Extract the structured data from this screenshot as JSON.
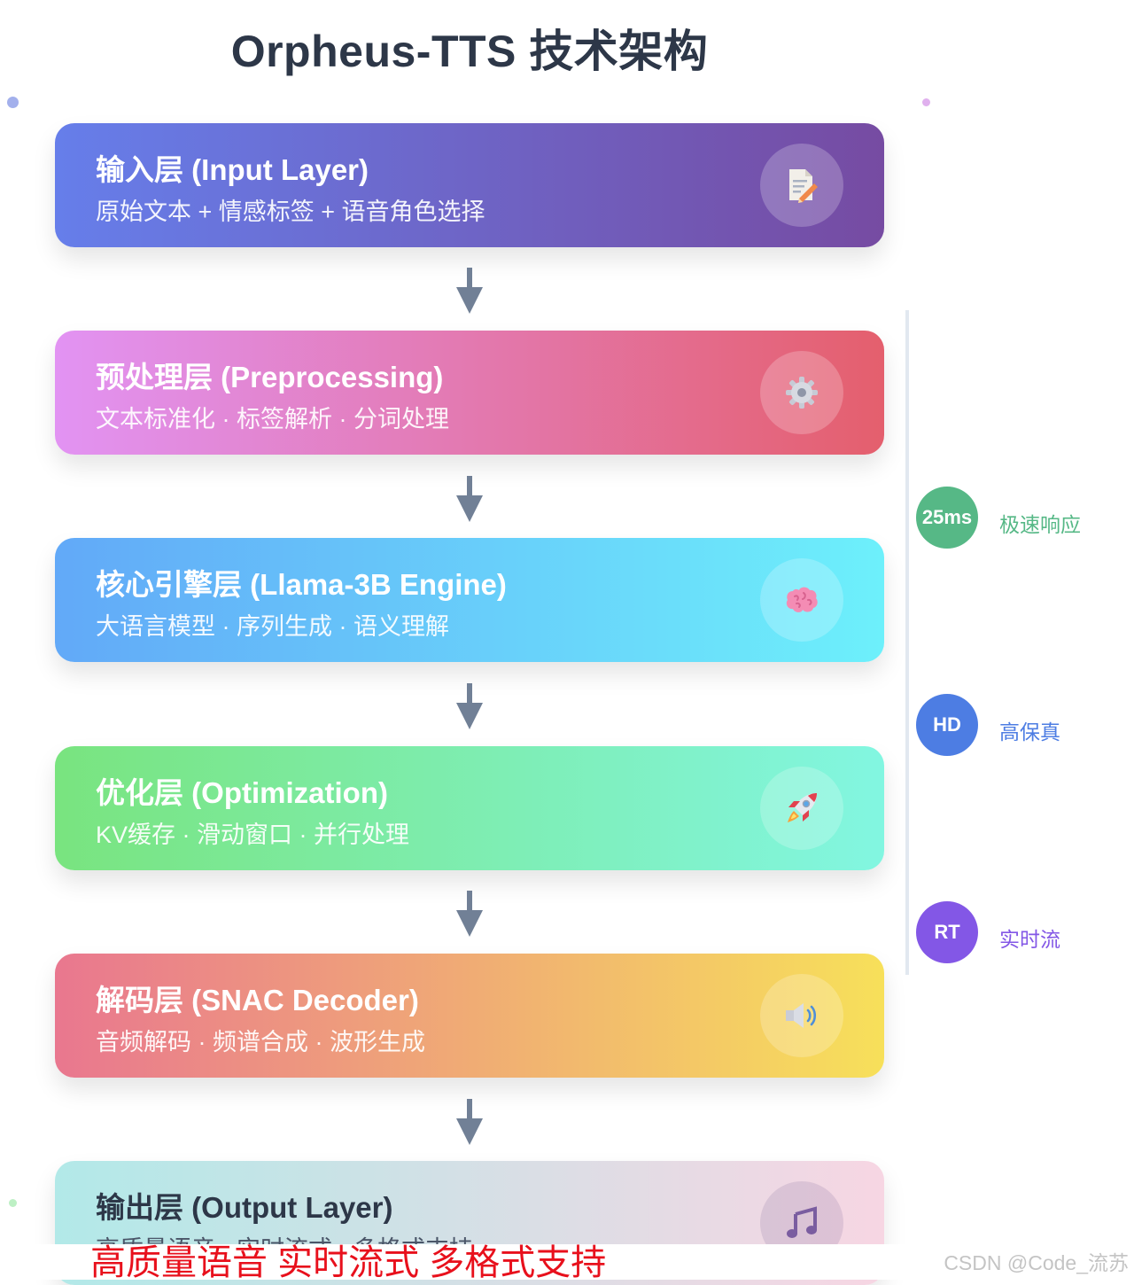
{
  "title": "Orpheus-TTS 技术架构",
  "layers": [
    {
      "title": "输入层 (Input Layer)",
      "desc": "原始文本 + 情感标签 + 语音角色选择",
      "icon": "document-pencil-icon",
      "gradient": [
        "#667eea",
        "#764ba2"
      ]
    },
    {
      "title": "预处理层 (Preprocessing)",
      "desc": "文本标准化 · 标签解析 · 分词处理",
      "icon": "gear-icon",
      "gradient": [
        "#e293f3",
        "#e45f6d"
      ]
    },
    {
      "title": "核心引擎层 (Llama-3B Engine)",
      "desc": "大语言模型 · 序列生成 · 语义理解",
      "icon": "brain-icon",
      "gradient": [
        "#62a9f8",
        "#6df0fb"
      ]
    },
    {
      "title": "优化层 (Optimization)",
      "desc": "KV缓存 · 滑动窗口 · 并行处理",
      "icon": "rocket-icon",
      "gradient": [
        "#79e47f",
        "#82f6e1"
      ]
    },
    {
      "title": "解码层 (SNAC Decoder)",
      "desc": "音频解码 · 频谱合成 · 波形生成",
      "icon": "speaker-icon",
      "gradient": [
        "#e9778f",
        "#f7e05a"
      ]
    },
    {
      "title": "输出层 (Output Layer)",
      "desc": "高质量语音 · 实时流式 · 多格式支持",
      "icon": "music-note-icon",
      "gradient": [
        "#b2e9e8",
        "#f7d6e3"
      ]
    }
  ],
  "badges": [
    {
      "text": "25ms",
      "label": "极速响应",
      "color": "#56b886"
    },
    {
      "text": "HD",
      "label": "高保真",
      "color": "#4d7de3"
    },
    {
      "text": "RT",
      "label": "实时流",
      "color": "#8357e6"
    }
  ],
  "caption": "高质量语音 实时流式 多格式支持",
  "watermark": "CSDN @Code_流苏"
}
